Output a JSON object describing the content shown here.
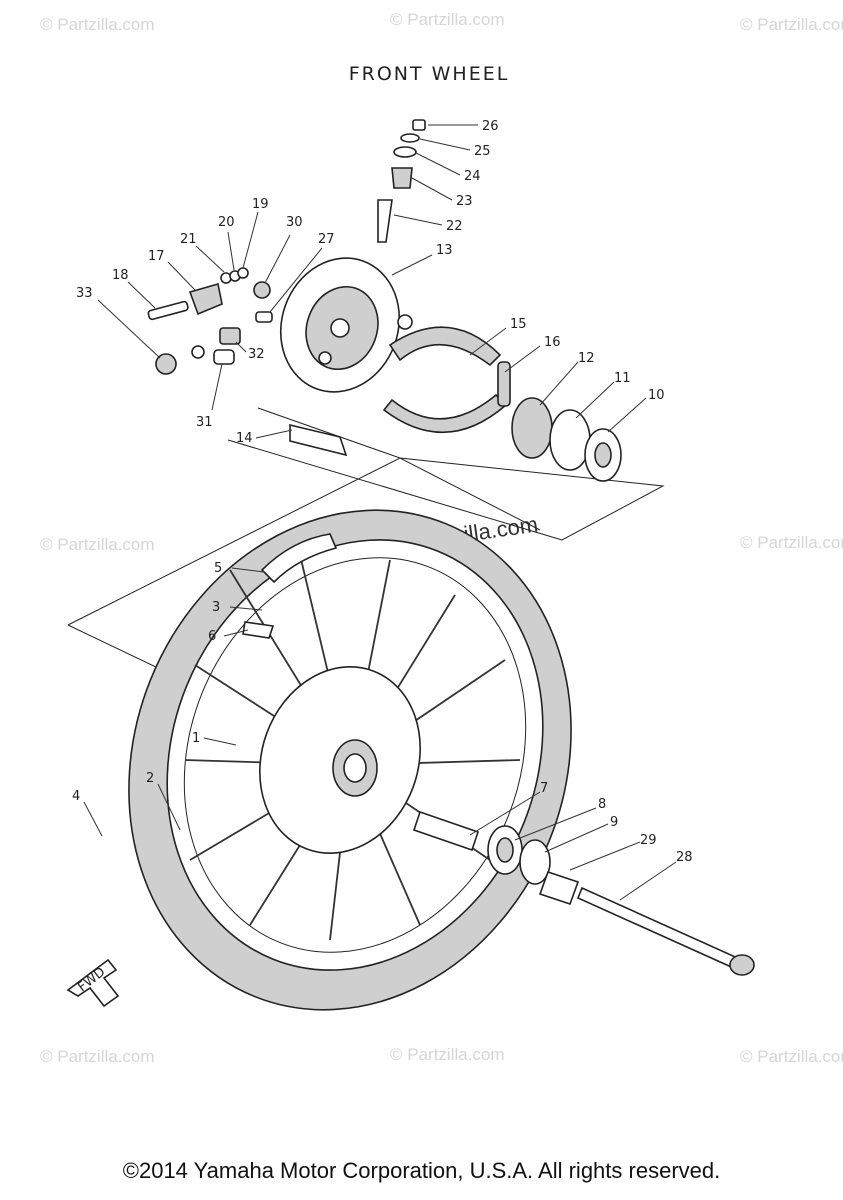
{
  "title": "FRONT WHEEL",
  "watermark": "© Partzilla.com",
  "fwd_label": "FWD",
  "copyright": "©2014 Yamaha Motor Corporation, U.S.A. All rights reserved.",
  "callouts": [
    "26",
    "25",
    "24",
    "23",
    "22",
    "13",
    "30",
    "27",
    "19",
    "20",
    "21",
    "17",
    "18",
    "33",
    "32",
    "31",
    "14",
    "15",
    "16",
    "12",
    "11",
    "10",
    "5",
    "3",
    "6",
    "1",
    "2",
    "4",
    "7",
    "8",
    "9",
    "29",
    "28"
  ]
}
